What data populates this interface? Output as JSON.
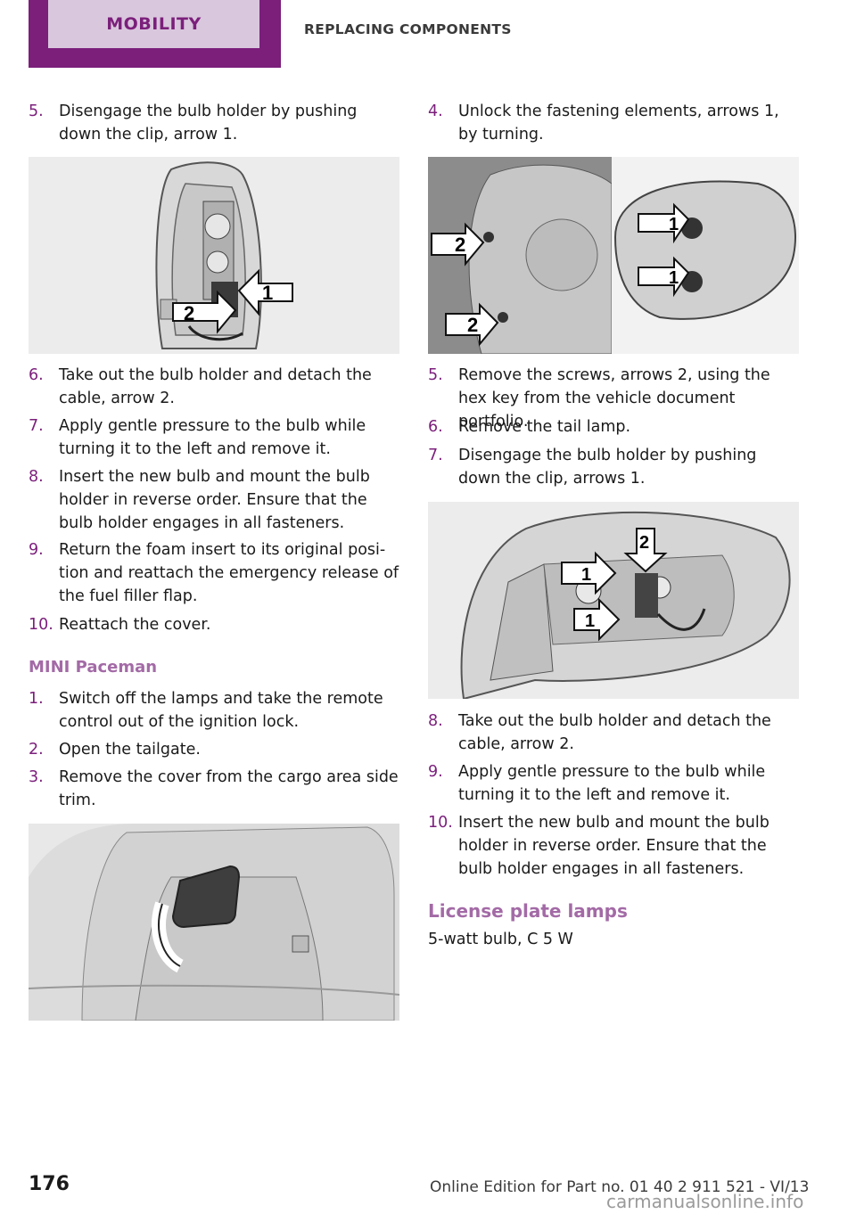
{
  "header": {
    "active_tab": "MOBILITY",
    "section": "REPLACING COMPONENTS"
  },
  "left": {
    "steps_a": [
      {
        "num": "5.",
        "text": "Disengage the bulb holder by pushing down the clip, arrow 1."
      }
    ],
    "fig1_labels": [
      "1",
      "2"
    ],
    "steps_b": [
      {
        "num": "6.",
        "text": "Take out the bulb holder and detach the cable, arrow 2."
      },
      {
        "num": "7.",
        "text": "Apply gentle pressure to the bulb while turning it to the left and remove it."
      },
      {
        "num": "8.",
        "text": "Insert the new bulb and mount the bulb holder in reverse order. Ensure that the bulb holder engages in all fasteners."
      },
      {
        "num": "9.",
        "text": "Return the foam insert to its original posi‐ tion and reattach the emergency release of the fuel filler flap."
      },
      {
        "num": "10.",
        "text": "Reattach the cover."
      }
    ],
    "subhead": "MINI Paceman",
    "steps_c": [
      {
        "num": "1.",
        "text": "Switch off the lamps and take the remote control out of the ignition lock."
      },
      {
        "num": "2.",
        "text": "Open the tailgate."
      },
      {
        "num": "3.",
        "text": "Remove the cover from the cargo area side trim."
      }
    ]
  },
  "right": {
    "steps_a": [
      {
        "num": "4.",
        "text": "Unlock the fastening elements, arrows 1, by turning."
      }
    ],
    "fig1_labels": [
      "1",
      "1",
      "2",
      "2"
    ],
    "steps_b": [
      {
        "num": "5.",
        "text": "Remove the screws, arrows 2, using the hex key from the vehicle document portfolio."
      },
      {
        "num": "6.",
        "text": "Remove the tail lamp."
      },
      {
        "num": "7.",
        "text": "Disengage the bulb holder by pushing down the clip, arrows 1."
      }
    ],
    "fig2_labels": [
      "1",
      "2",
      "1"
    ],
    "steps_c": [
      {
        "num": "8.",
        "text": "Take out the bulb holder and detach the cable, arrow 2."
      },
      {
        "num": "9.",
        "text": "Apply gentle pressure to the bulb while turning it to the left and remove it."
      },
      {
        "num": "10.",
        "text": "Insert the new bulb and mount the bulb holder in reverse order. Ensure that the bulb holder engages in all fasteners."
      }
    ],
    "section_head": "License plate lamps",
    "bulb_spec": "5-watt bulb, C 5 W"
  },
  "footer": {
    "page_number": "176",
    "edition": "Online Edition for Part no. 01 40 2 911 521 - VI/13",
    "watermark": "carmanualsonline.info"
  },
  "colors": {
    "accent": "#7b1f7b",
    "tab_bg": "#d9c7dd",
    "subhead": "#a36aa6"
  }
}
